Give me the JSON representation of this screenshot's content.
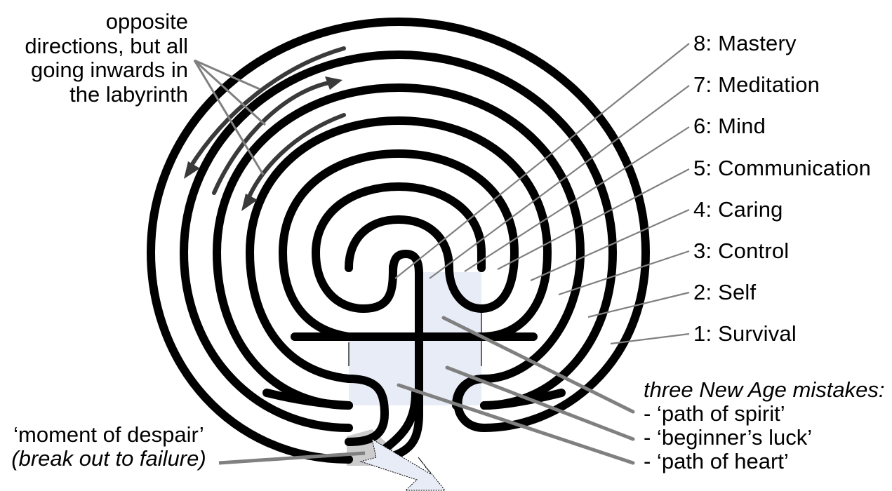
{
  "diagram": {
    "type": "labyrinth",
    "colors": {
      "wall": "#000000",
      "leader": "#808080",
      "direction_arrow": "#3a3a3a",
      "shaded_zone": "#e8ecf6",
      "despair_zone": "#cccccc",
      "exit_arrow_fill": "#e8ecf6"
    }
  },
  "top_left_note": {
    "lines": [
      "opposite",
      "directions, but all",
      "going inwards in",
      "the labyrinth"
    ]
  },
  "levels": [
    {
      "number": "8",
      "label": "8: Mastery"
    },
    {
      "number": "7",
      "label": "7: Meditation"
    },
    {
      "number": "6",
      "label": "6: Mind"
    },
    {
      "number": "5",
      "label": "5: Communication"
    },
    {
      "number": "4",
      "label": "4: Caring"
    },
    {
      "number": "3",
      "label": "3: Control"
    },
    {
      "number": "2",
      "label": "2: Self"
    },
    {
      "number": "1",
      "label": "1: Survival"
    }
  ],
  "mistakes": {
    "heading": "three New Age mistakes:",
    "items": [
      "- ‘path of spirit’",
      "- ‘beginner’s luck’",
      "- ‘path of heart’"
    ]
  },
  "despair": {
    "title": "‘moment of despair’",
    "subtitle": "(break out to failure)"
  }
}
